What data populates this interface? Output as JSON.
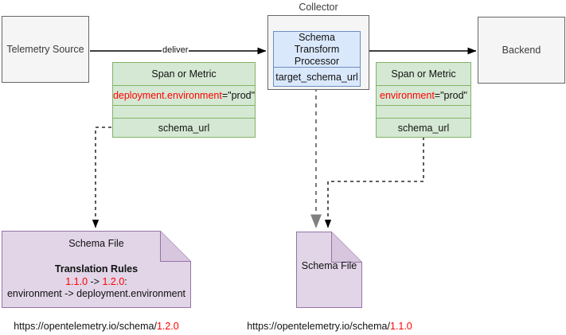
{
  "diagram": {
    "title": "OpenTelemetry Schema Transform Processor flow",
    "colors": {
      "grey_fill": "#f5f5f5",
      "grey_stroke": "#666666",
      "green_fill": "#d5e8d4",
      "green_stroke": "#82b366",
      "blue_fill": "#dae8fc",
      "blue_stroke": "#6c8ebf",
      "purple_fill": "#e1d5e7",
      "purple_stroke": "#9673a6",
      "accent_red": "#ff0000",
      "edge_black": "#000000",
      "edge_grey": "#808080"
    }
  },
  "nodes": {
    "telemetry_source": {
      "label": "Telemetry Source"
    },
    "collector": {
      "label": "Collector",
      "processor": {
        "title": "Schema Transform Processor",
        "property": "target_schema_url"
      }
    },
    "backend": {
      "label": "Backend"
    },
    "span_left": {
      "title": "Span or Metric",
      "attribute_key": "deployment.environment",
      "attribute_value": "=\"prod\"",
      "empty_row": "",
      "schema_url_row": "schema_url"
    },
    "span_right": {
      "title": "Span or Metric",
      "attribute_key": "environment",
      "attribute_value": "=\"prod\"",
      "empty_row": "",
      "schema_url_row": "schema_url"
    },
    "schema_file_left": {
      "title": "Schema File",
      "rules_heading": "Translation Rules",
      "rules_version_from": "1.1.0",
      "rules_arrow": " -> ",
      "rules_version_to": "1.2.0",
      "rules_colon": ":",
      "rules_mapping": "environment -> deployment.environment",
      "url_prefix": "https://opentelemetry.io/schema/",
      "url_version": "1.2.0"
    },
    "schema_file_middle": {
      "title": "Schema File",
      "url_prefix": "https://opentelemetry.io/schema/",
      "url_version": "1.1.0"
    }
  },
  "edges": {
    "deliver_label": "deliver"
  }
}
